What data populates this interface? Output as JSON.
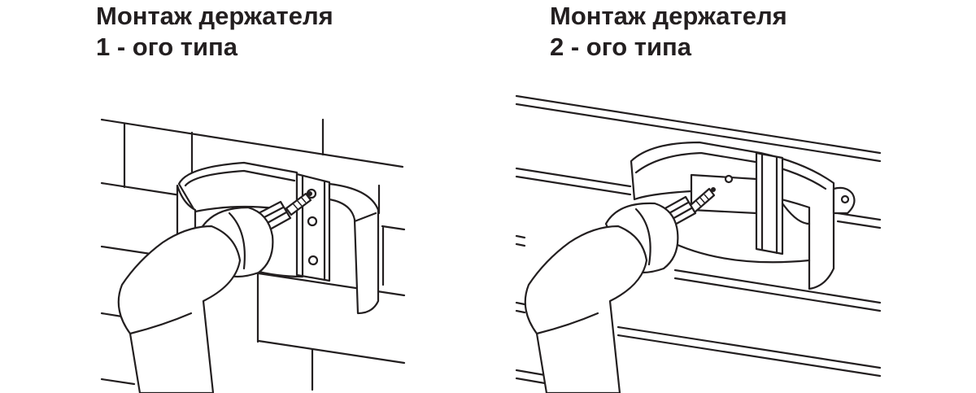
{
  "left_panel": {
    "title_line1": "Монтаж держателя",
    "title_line2": "1 - ого типа"
  },
  "right_panel": {
    "title_line1": "Монтаж держателя",
    "title_line2": "2 - ого типа"
  },
  "colors": {
    "ink": "#231f20",
    "background": "#ffffff"
  },
  "icons": [
    "drill-icon",
    "screw-icon",
    "gutter-holder-icon",
    "brick-wall-icon",
    "siding-wall-icon"
  ]
}
